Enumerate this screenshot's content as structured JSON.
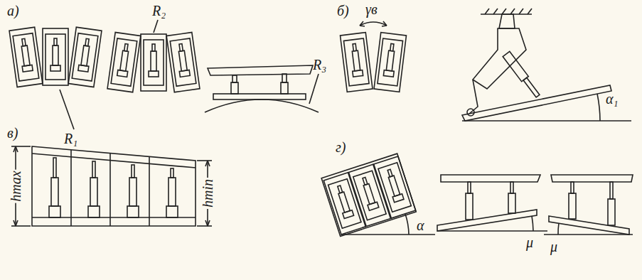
{
  "diagram": {
    "labels": [
      "а)",
      "R₁",
      "R₂",
      "R₃",
      "б)",
      "γв",
      "α₁",
      "в)",
      "hmax",
      "hmin",
      "г)",
      "α",
      "μ",
      "μ"
    ]
  }
}
